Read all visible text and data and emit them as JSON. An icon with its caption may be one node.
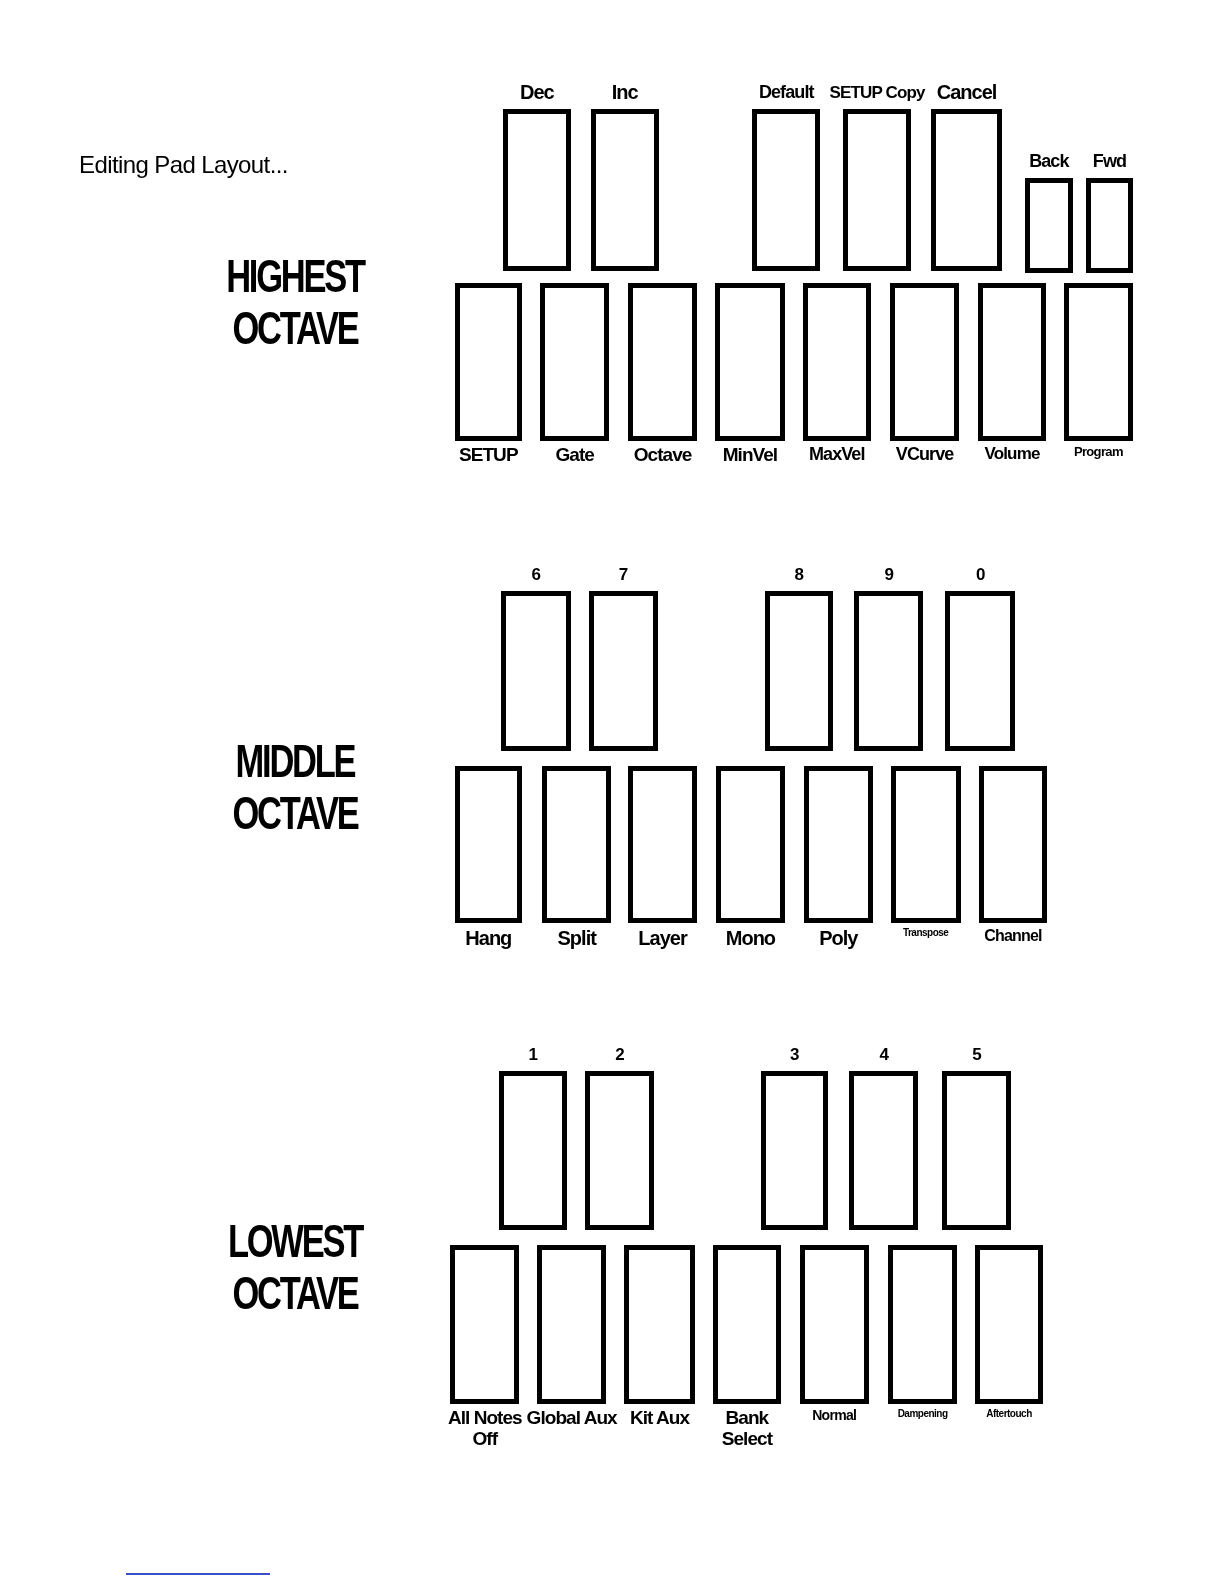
{
  "diagram": {
    "title": "Editing Pad Layout...",
    "nodes": [
      {
        "text": [
          "Dec"
        ]
      },
      {
        "text": [
          "Inc"
        ]
      },
      {
        "text": [
          "Default"
        ]
      },
      {
        "text": [
          "SETUP Copy"
        ]
      },
      {
        "text": [
          "Cancel"
        ]
      },
      {
        "text": [
          "Back"
        ]
      },
      {
        "text": [
          "Fwd"
        ]
      },
      {
        "text": [
          "SETUP"
        ]
      },
      {
        "text": [
          "Gate"
        ]
      },
      {
        "text": [
          "Octave"
        ]
      },
      {
        "text": [
          "MinVel"
        ]
      },
      {
        "text": [
          "MaxVel"
        ]
      },
      {
        "text": [
          "VCurve"
        ]
      },
      {
        "text": [
          "Volume"
        ]
      },
      {
        "text": [
          "Program"
        ]
      },
      {
        "text": [
          "6"
        ]
      },
      {
        "text": [
          "7"
        ]
      },
      {
        "text": [
          "8"
        ]
      },
      {
        "text": [
          "9"
        ]
      },
      {
        "text": [
          "0"
        ]
      },
      {
        "text": [
          "Hang"
        ]
      },
      {
        "text": [
          "Split"
        ]
      },
      {
        "text": [
          "Layer"
        ]
      },
      {
        "text": [
          "Mono"
        ]
      },
      {
        "text": [
          "Poly"
        ]
      },
      {
        "text": [
          "Transpose"
        ]
      },
      {
        "text": [
          "Channel"
        ]
      },
      {
        "text": [
          "1"
        ]
      },
      {
        "text": [
          "2"
        ]
      },
      {
        "text": [
          "3"
        ]
      },
      {
        "text": [
          "4"
        ]
      },
      {
        "text": [
          "5"
        ]
      },
      {
        "text": [
          "All Notes Off"
        ]
      },
      {
        "text": [
          "Global Aux"
        ]
      },
      {
        "text": [
          "Kit Aux"
        ]
      },
      {
        "text": [
          "Bank Select"
        ]
      },
      {
        "text": [
          "Normal"
        ]
      },
      {
        "text": [
          "Dampening"
        ]
      },
      {
        "text": [
          "Aftertouch"
        ]
      }
    ],
    "labels": [
      "HIGHEST OCTAVE",
      "MIDDLE OCTAVE",
      "LOWEST OCTAVE"
    ]
  }
}
